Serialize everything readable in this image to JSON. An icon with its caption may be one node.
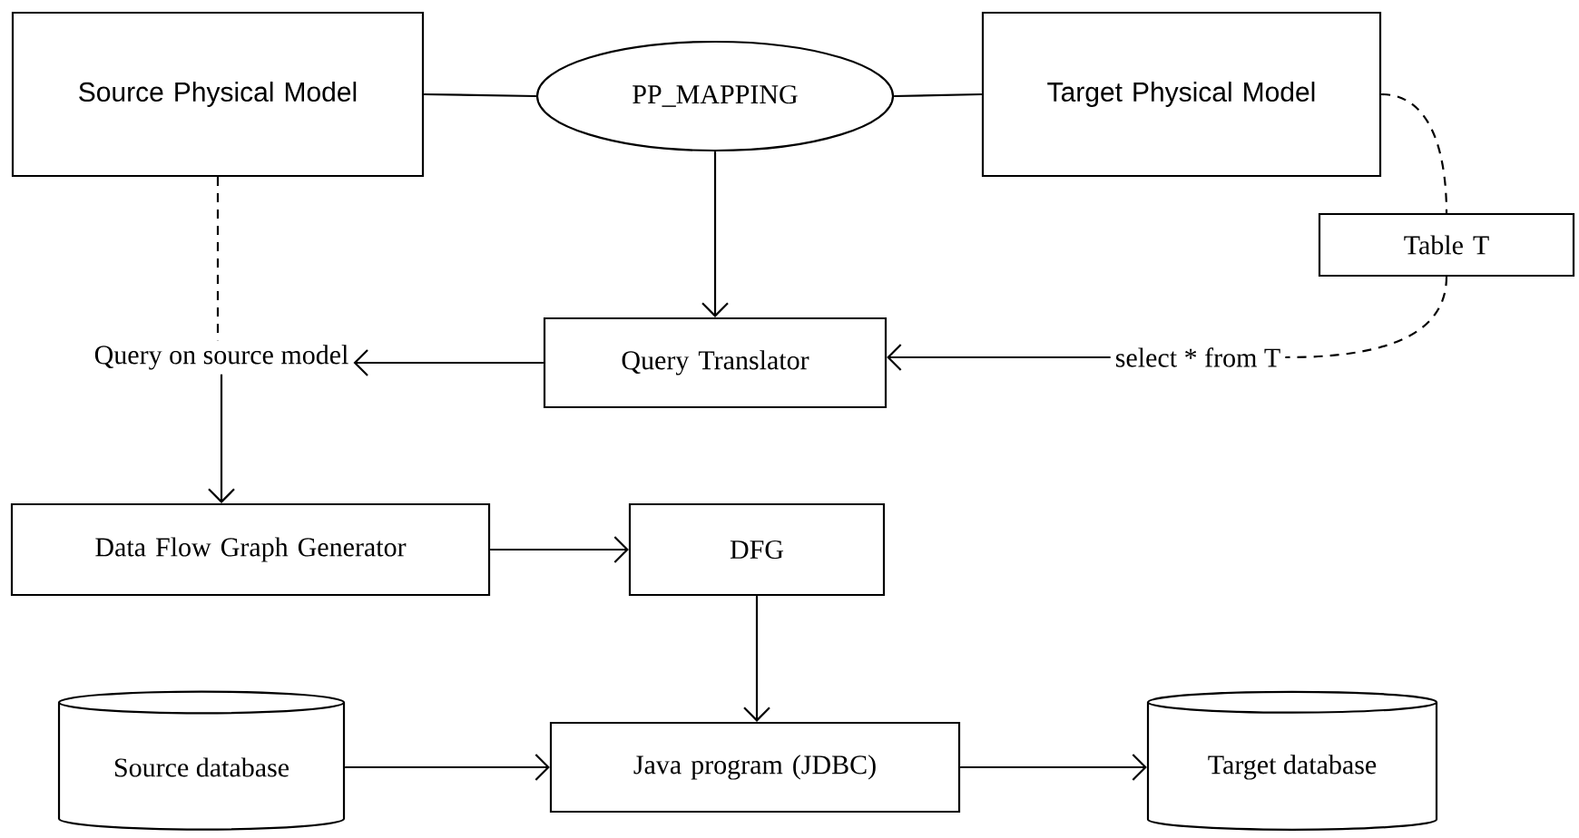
{
  "diagram": {
    "nodes": [
      {
        "text": [
          "Source Physical Model"
        ]
      },
      {
        "text": [
          "PP_MAPPING"
        ]
      },
      {
        "text": [
          "Target Physical Model"
        ]
      },
      {
        "text": [
          "Table T"
        ]
      },
      {
        "text": [
          "Query on source model"
        ]
      },
      {
        "text": [
          "Query Translator"
        ]
      },
      {
        "text": [
          "select * from T"
        ]
      },
      {
        "text": [
          "Data Flow Graph Generator"
        ]
      },
      {
        "text": [
          "DFG"
        ]
      },
      {
        "text": [
          "Source database"
        ]
      },
      {
        "text": [
          "Java program (JDBC)"
        ]
      },
      {
        "text": [
          "Target database"
        ]
      }
    ],
    "edges": [
      {
        "from": 0,
        "to": 1,
        "arrow": "none"
      },
      {
        "from": 1,
        "to": 2,
        "arrow": "none"
      },
      {
        "from": 2,
        "to": 3,
        "arrow": "none",
        "style": "dashed"
      },
      {
        "from": 3,
        "to": 6,
        "arrow": "none",
        "style": "dashed"
      },
      {
        "from": 0,
        "to": 4,
        "arrow": "none",
        "style": "dashed"
      },
      {
        "from": 1,
        "to": 5,
        "arrow": "to"
      },
      {
        "from": 5,
        "to": 4,
        "arrow": "to"
      },
      {
        "from": 6,
        "to": 5,
        "arrow": "to"
      },
      {
        "from": 4,
        "to": 7,
        "arrow": "to"
      },
      {
        "from": 7,
        "to": 8,
        "arrow": "to"
      },
      {
        "from": 8,
        "to": 10,
        "arrow": "to"
      },
      {
        "from": 9,
        "to": 10,
        "arrow": "to"
      },
      {
        "from": 10,
        "to": 11,
        "arrow": "to"
      }
    ]
  }
}
